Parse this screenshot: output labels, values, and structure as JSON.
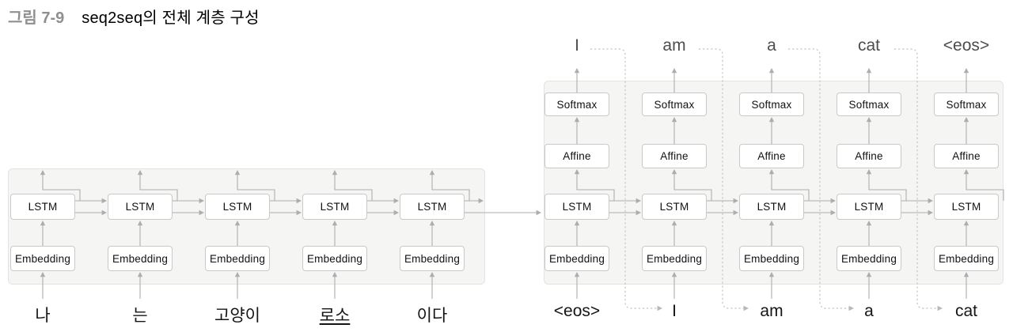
{
  "title": {
    "label": "그림 7-9",
    "text": "seq2seq의 전체 계층 구성"
  },
  "encoder": {
    "box_labels": {
      "embedding": "Embedding",
      "lstm": "LSTM"
    },
    "inputs": [
      "나",
      "는",
      "고양이",
      "로소",
      "이다"
    ],
    "underline_input_index": 3
  },
  "decoder": {
    "box_labels": {
      "embedding": "Embedding",
      "lstm": "LSTM",
      "affine": "Affine",
      "softmax": "Softmax"
    },
    "inputs": [
      "<eos>",
      "I",
      "am",
      "a",
      "cat"
    ],
    "outputs": [
      "I",
      "am",
      "a",
      "cat",
      "<eos>"
    ]
  },
  "colors": {
    "panel_fill": "#f5f5f4",
    "panel_border": "#e3e3e3",
    "box_border": "#c9c9c9",
    "arrow_line": "#adadad",
    "dotted_line": "#c3c3c3",
    "title_label": "#8f8f8f",
    "output_word": "#4d4d4d",
    "input_word": "#151515"
  }
}
